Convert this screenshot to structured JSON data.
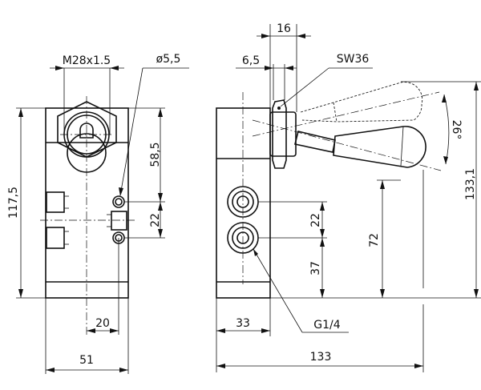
{
  "front_view": {
    "thread": "M28x1.5",
    "hole_diameter": "ø5,5",
    "height_total": "117,5",
    "height_to_port": "58,5",
    "port_spacing": "22",
    "port_offset": "20",
    "width": "51"
  },
  "side_view": {
    "nut_width": "16",
    "nut_thickness": "6,5",
    "wrench_size": "SW36",
    "lever_angle": "26°",
    "height_total": "133,1",
    "lever_height": "72",
    "port_spacing": "22",
    "port_height": "37",
    "port_thread": "G1/4",
    "depth": "33",
    "length_total": "133"
  }
}
